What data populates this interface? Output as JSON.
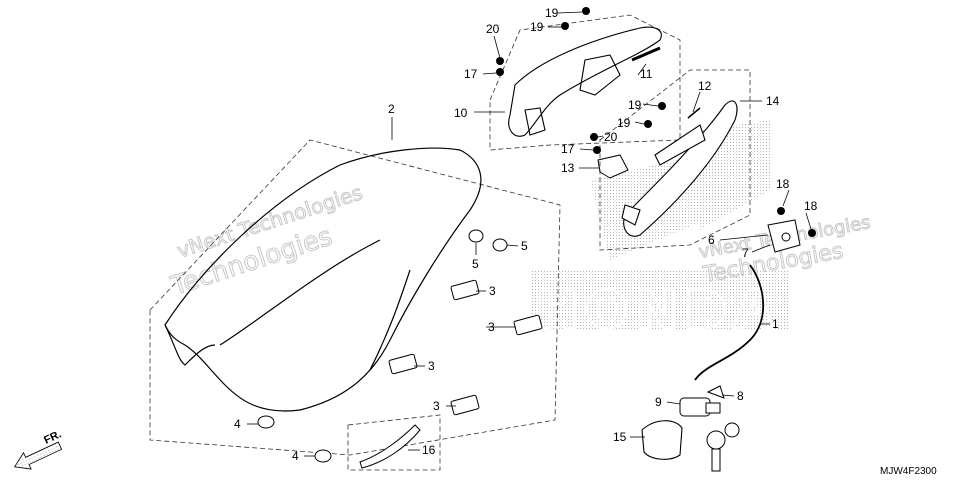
{
  "diagram_code": "MJW4F2300",
  "front_label": "FR.",
  "watermark": {
    "line1": "vNext Technologies",
    "line2": "Technologies"
  },
  "brand_logo_text": "HONDA",
  "callouts": {
    "c1": "1",
    "c2": "2",
    "c3a": "3",
    "c3b": "3",
    "c3c": "3",
    "c3d": "3",
    "c4a": "4",
    "c4b": "4",
    "c5a": "5",
    "c5b": "5",
    "c6": "6",
    "c7": "7",
    "c8": "8",
    "c9": "9",
    "c10": "10",
    "c11": "11",
    "c12": "12",
    "c13": "13",
    "c14": "14",
    "c15": "15",
    "c16": "16",
    "c17a": "17",
    "c17b": "17",
    "c18a": "18",
    "c18b": "18",
    "c19a": "19",
    "c19b": "19",
    "c19c": "19",
    "c19d": "19",
    "c20a": "20",
    "c20b": "20"
  },
  "colors": {
    "line": "#000000",
    "dash": "#333333",
    "watermark": "#c8c8c8",
    "logo_dots": "#b4b4b4"
  }
}
